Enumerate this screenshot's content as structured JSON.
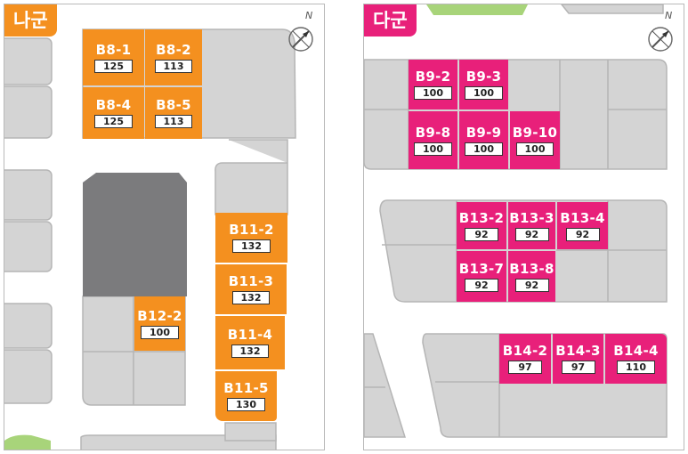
{
  "groups": [
    {
      "name": "나군",
      "accent": "#f4901f",
      "lots": [
        {
          "label": "B8-1",
          "value": "125"
        },
        {
          "label": "B8-2",
          "value": "113"
        },
        {
          "label": "B8-4",
          "value": "125"
        },
        {
          "label": "B8-5",
          "value": "113"
        },
        {
          "label": "B11-2",
          "value": "132"
        },
        {
          "label": "B11-3",
          "value": "132"
        },
        {
          "label": "B11-4",
          "value": "132"
        },
        {
          "label": "B11-5",
          "value": "130"
        },
        {
          "label": "B12-2",
          "value": "100"
        }
      ]
    },
    {
      "name": "다군",
      "accent": "#e8207a",
      "lots": [
        {
          "label": "B9-2",
          "value": "100"
        },
        {
          "label": "B9-3",
          "value": "100"
        },
        {
          "label": "B9-8",
          "value": "100"
        },
        {
          "label": "B9-9",
          "value": "100"
        },
        {
          "label": "B9-10",
          "value": "100"
        },
        {
          "label": "B13-2",
          "value": "92"
        },
        {
          "label": "B13-3",
          "value": "92"
        },
        {
          "label": "B13-4",
          "value": "92"
        },
        {
          "label": "B13-7",
          "value": "92"
        },
        {
          "label": "B13-8",
          "value": "92"
        },
        {
          "label": "B14-2",
          "value": "97"
        },
        {
          "label": "B14-3",
          "value": "97"
        },
        {
          "label": "B14-4",
          "value": "110"
        }
      ]
    }
  ],
  "compass_label": "N",
  "colors": {
    "block": "#d4d4d4",
    "block_edge": "#b5b5b5",
    "park": "#a8d47a",
    "building": "#7b7b7d"
  }
}
